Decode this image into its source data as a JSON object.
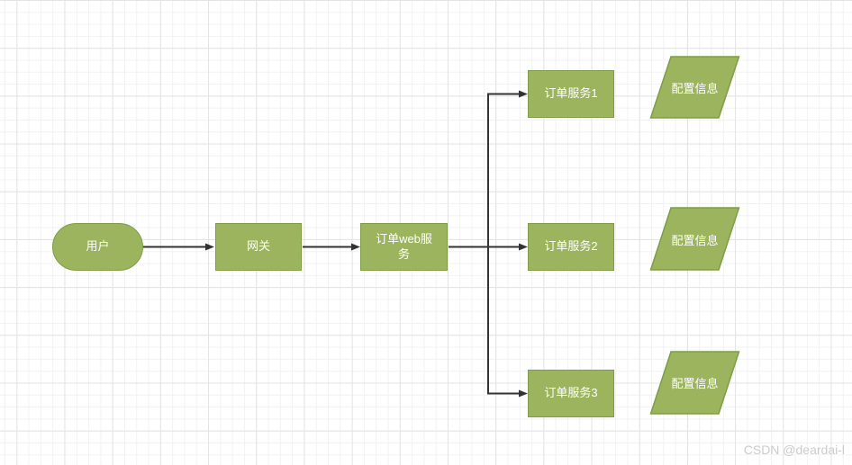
{
  "diagram": {
    "colors": {
      "node_fill": "#9cb45e",
      "node_border": "#7e9d46",
      "node_text": "#ffffff",
      "connector": "#333333",
      "grid_minor": "#f2f2f2",
      "grid_major": "#e3e3e3",
      "canvas_bg": "#ffffff",
      "watermark": "#cccccc"
    },
    "nodes": {
      "user": {
        "label": "用户",
        "shape": "stadium"
      },
      "gateway": {
        "label": "网关",
        "shape": "rect"
      },
      "order_web_service": {
        "label": "订单web服\n务",
        "shape": "rect"
      },
      "order_service_1": {
        "label": "订单服务1",
        "shape": "rect"
      },
      "order_service_2": {
        "label": "订单服务2",
        "shape": "rect"
      },
      "order_service_3": {
        "label": "订单服务3",
        "shape": "rect"
      },
      "config_info_1": {
        "label": "配置信息",
        "shape": "parallelogram"
      },
      "config_info_2": {
        "label": "配置信息",
        "shape": "parallelogram"
      },
      "config_info_3": {
        "label": "配置信息",
        "shape": "parallelogram"
      }
    },
    "edges": [
      {
        "from": "user",
        "to": "gateway"
      },
      {
        "from": "gateway",
        "to": "order_web_service"
      },
      {
        "from": "order_web_service",
        "to": "order_service_1"
      },
      {
        "from": "order_web_service",
        "to": "order_service_2"
      },
      {
        "from": "order_web_service",
        "to": "order_service_3"
      }
    ]
  },
  "watermark": {
    "text": "CSDN @deardai-l"
  }
}
